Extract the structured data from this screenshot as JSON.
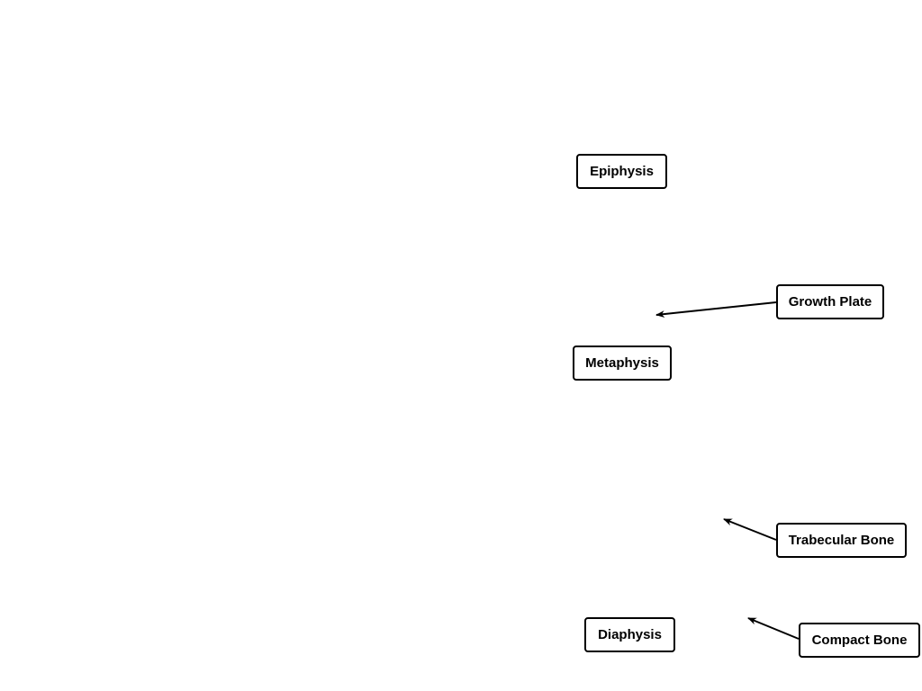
{
  "labels": {
    "epiphysis": "Epiphysis",
    "growth_plate": "Growth Plate",
    "metaphysis": "Metaphysis",
    "trabecular_bone": "Trabecular Bone",
    "diaphysis": "Diaphysis",
    "compact_bone": "Compact Bone"
  },
  "colors": {
    "ink": "#000000",
    "background": "#ffffff"
  }
}
